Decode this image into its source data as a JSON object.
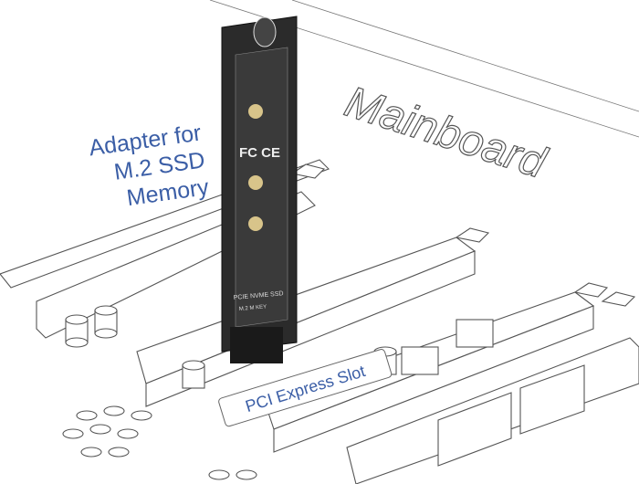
{
  "labels": {
    "adapter_line1": "Adapter for",
    "adapter_line2": "M.2 SSD",
    "adapter_line3": "Memory",
    "mainboard": "Mainboard",
    "slot": "PCI Express Slot"
  },
  "board_print": {
    "title": "PCIE NVME SSD",
    "key": "M.2 M KEY",
    "marks": "FC CE"
  },
  "colors": {
    "label": "#3b5ea6",
    "mainboard_text": "#555555",
    "pcb": "#2b2b2b",
    "screw_pad": "#d8c48a"
  }
}
